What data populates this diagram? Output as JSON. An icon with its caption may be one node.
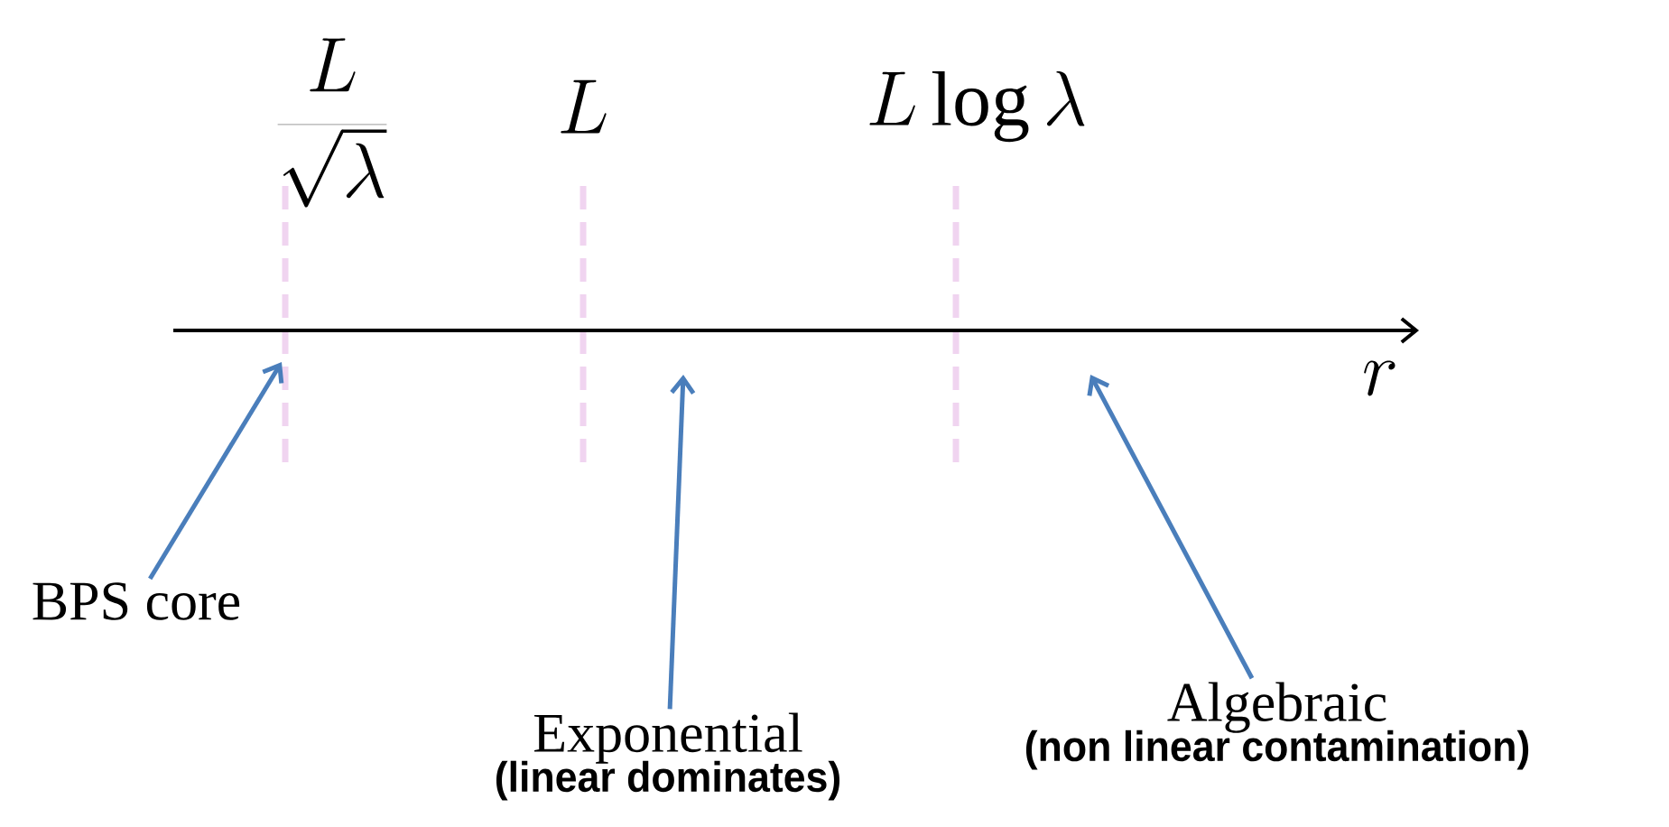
{
  "diagram": {
    "nodes": [
      {
        "text": [
          "BPS core"
        ]
      },
      {
        "text": [
          "Exponential",
          "(linear dominates)"
        ]
      },
      {
        "text": [
          "Algebraic",
          "(non linear contamination)"
        ]
      }
    ],
    "edges": [
      {
        "from": 0,
        "to": null,
        "arrow": "to"
      },
      {
        "from": 1,
        "to": null,
        "arrow": "to"
      },
      {
        "from": 2,
        "to": null,
        "arrow": "to"
      }
    ],
    "labels": [
      "\\frac{L}{\\sqrt{\\lambda}}",
      "L",
      "L \\log \\lambda",
      "r"
    ]
  }
}
